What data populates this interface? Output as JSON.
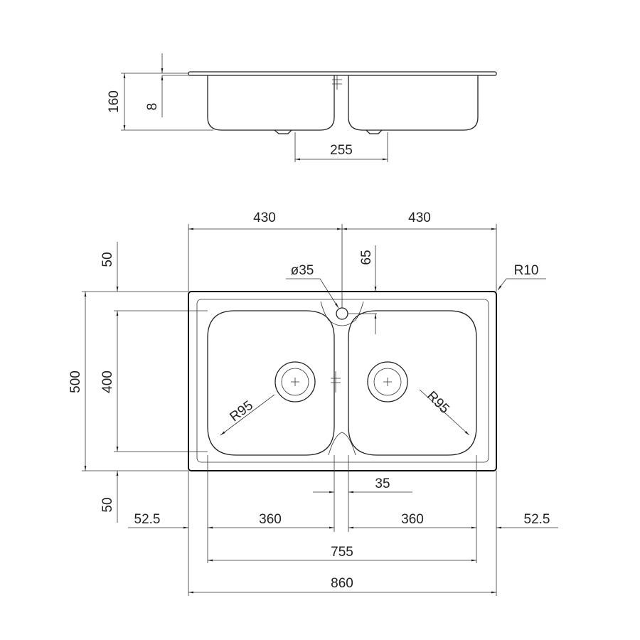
{
  "drawing": {
    "title": "Double bowl sink dimension drawing",
    "side_view": {
      "height": "160",
      "flange_thickness": "8",
      "drain_spacing": "255"
    },
    "plan_view": {
      "half_width_left": "430",
      "half_width_right": "430",
      "tap_hole": "ø35",
      "tap_offset": "65",
      "corner_radius": "R10",
      "depth_total": "500",
      "bowl_depth": "400",
      "margin_top": "50",
      "margin_bottom": "50",
      "bowl_radius_left": "R95",
      "bowl_radius_right": "R95",
      "divider_width": "35",
      "side_margin_left": "52.5",
      "bowl_width_left": "360",
      "bowl_width_right": "360",
      "side_margin_right": "52.5",
      "bowls_overall": "755",
      "overall_width": "860"
    }
  }
}
